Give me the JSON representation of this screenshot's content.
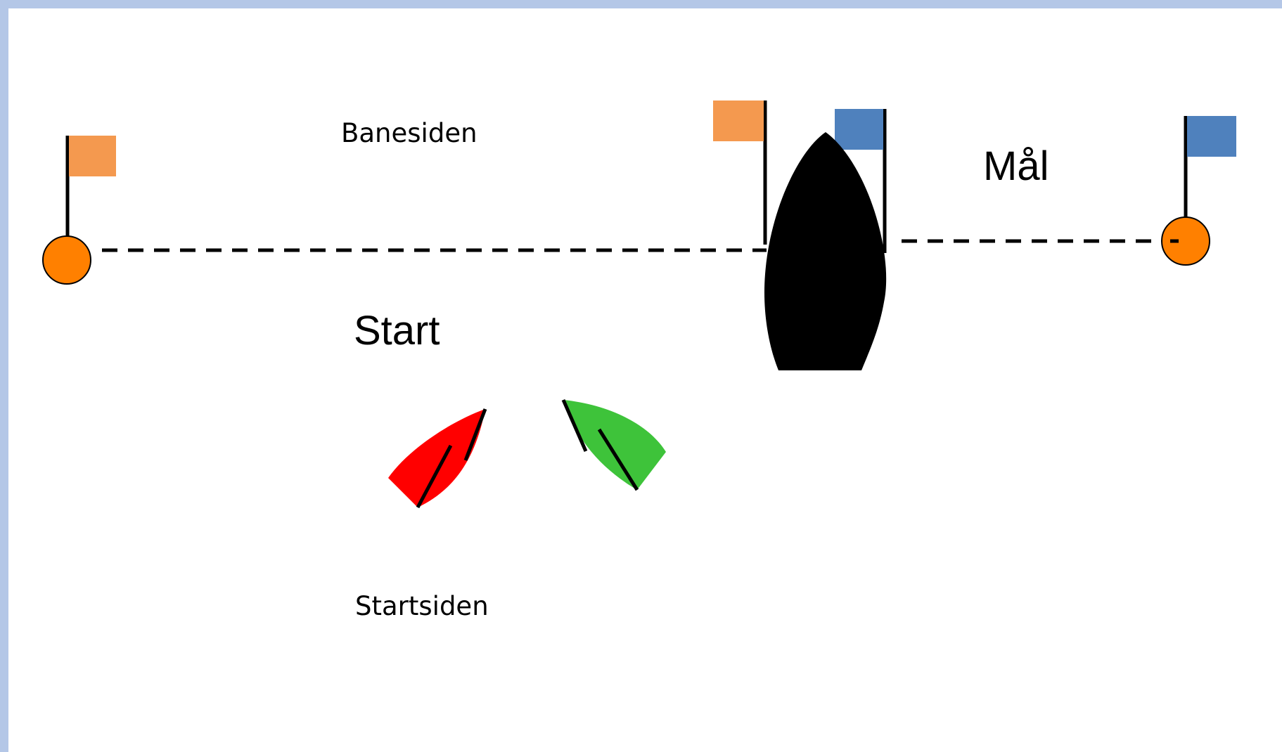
{
  "labels": {
    "course_side": "Banesiden",
    "finish": "Mål",
    "start": "Start",
    "start_side": "Startsiden"
  },
  "colors": {
    "frame": "#b4c7e7",
    "buoy": "#ff8000",
    "flag_orange": "#f4994f",
    "flag_blue": "#4f81bd",
    "committee_boat": "#000000",
    "boat_red": "#ff0000",
    "boat_green": "#3ec33a"
  },
  "icons": {
    "left_buoy": "buoy-icon",
    "right_buoy": "buoy-icon",
    "committee_boat": "committee-boat-icon",
    "red_boat": "sailboat-icon",
    "green_boat": "sailboat-icon"
  }
}
